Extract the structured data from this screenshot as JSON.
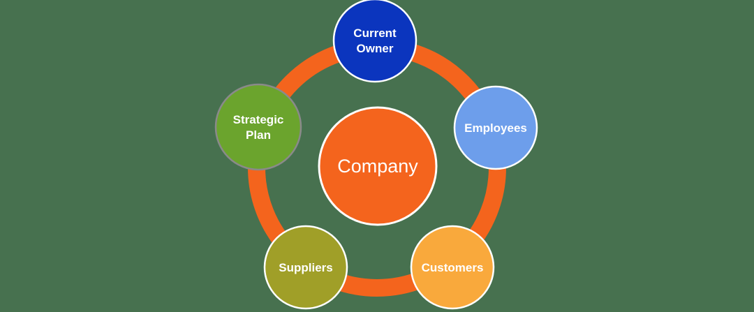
{
  "background_color": "#47714F",
  "diagram": {
    "type": "radial-cycle",
    "ring": {
      "color": "#F4641D"
    },
    "center": {
      "id": "company",
      "label": "Company",
      "fill": "#F4641D",
      "border": "#FFFFFF",
      "text_color": "#FFFFFF"
    },
    "nodes": [
      {
        "id": "current-owner",
        "label": "Current Owner",
        "label_lines": [
          "Current",
          "Owner"
        ],
        "fill": "#0B35BE",
        "border": "#FFFFFF",
        "text_color": "#FFFFFF"
      },
      {
        "id": "employees",
        "label": "Employees",
        "label_lines": [
          "Employees"
        ],
        "fill": "#6D9EEB",
        "border": "#FFFFFF",
        "text_color": "#FFFFFF"
      },
      {
        "id": "customers",
        "label": "Customers",
        "label_lines": [
          "Customers"
        ],
        "fill": "#F9A93C",
        "border": "#FFFFFF",
        "text_color": "#FFFFFF"
      },
      {
        "id": "suppliers",
        "label": "Suppliers",
        "label_lines": [
          "Suppliers"
        ],
        "fill": "#A09F28",
        "border": "#FFFFFF",
        "text_color": "#FFFFFF"
      },
      {
        "id": "strategic-plan",
        "label": "Strategic Plan",
        "label_lines": [
          "Strategic",
          "Plan"
        ],
        "fill": "#6BA42D",
        "border": "#8A8A8A",
        "text_color": "#FFFFFF"
      }
    ]
  }
}
